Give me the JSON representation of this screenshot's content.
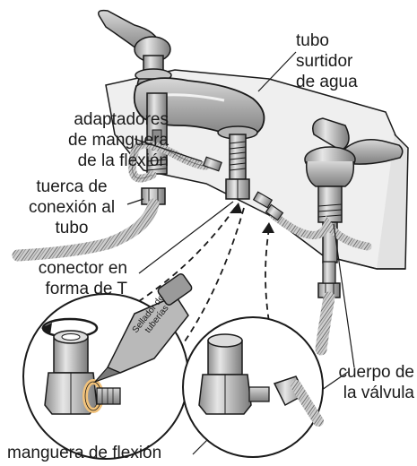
{
  "labels": {
    "tubo_surtidor": [
      "tubo",
      "surtidor",
      "de agua"
    ],
    "adaptadores": [
      "adaptadores",
      "de manguera",
      "de la flexión"
    ],
    "tuerca": [
      "tuerca de",
      "conexión al",
      "tubo"
    ],
    "conector": [
      "conector en",
      "forma de T"
    ],
    "cuerpo": [
      "cuerpo de",
      "la válvula"
    ],
    "manguera": "manguera de flexión",
    "sellador": [
      "Sellador de",
      "tuberías"
    ]
  },
  "colors": {
    "line": "#1a1a1a",
    "metal_light": "#d9d9d9",
    "metal_mid": "#a6a6a6",
    "metal_dark": "#6e6e6e",
    "panel": "#efefef",
    "thread_tape": "#f2c27a"
  }
}
